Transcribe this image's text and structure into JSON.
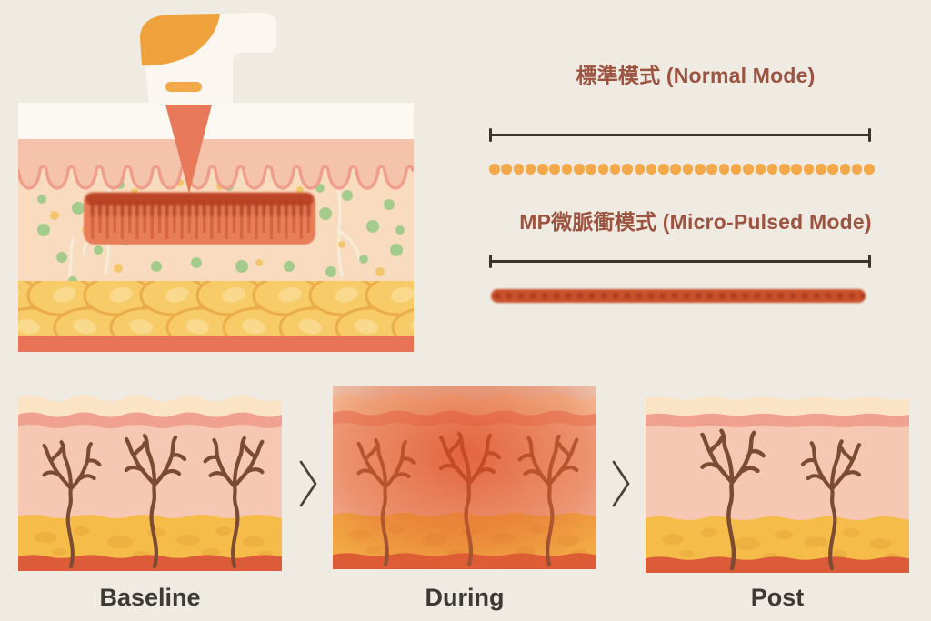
{
  "illustration": {
    "subject": "fractional laser handpiece over skin cross-section",
    "treated_zone": "micro-beam coagulation zone in dermis"
  },
  "modes": {
    "title_color": "#9C5340",
    "scale_line_color": "#3A342D",
    "normal": {
      "title": "標準模式 (Normal Mode)",
      "pattern": "discrete pulses",
      "dot_count": 32,
      "dot_color": "#F3A94A"
    },
    "micro_pulsed": {
      "title": "MP微脈衝模式 (Micro-Pulsed Mode)",
      "pattern": "continuous overlapping micro-pulses",
      "bar_color": "#C8512B"
    }
  },
  "stages": {
    "label_color": "#3D3935",
    "items": [
      {
        "label": "Baseline"
      },
      {
        "label": "During"
      },
      {
        "label": "Post"
      }
    ],
    "arrow": "chevron-right"
  },
  "palette": {
    "background": "#EFEBE2",
    "skin_surface": "#FBE4C6",
    "epidermis_pink": "#F1A190",
    "dermis": "#F6C7B2",
    "fat_layer": "#F5BC49",
    "muscle_band": "#DC5B38",
    "vessel_brown": "#7C4B34",
    "beam_orange": "#E8795A",
    "device_orange": "#EFA23B",
    "heat_glow": "#DD481D",
    "cell_green": "#A5CB8C",
    "cell_yellow": "#F3C66B"
  }
}
